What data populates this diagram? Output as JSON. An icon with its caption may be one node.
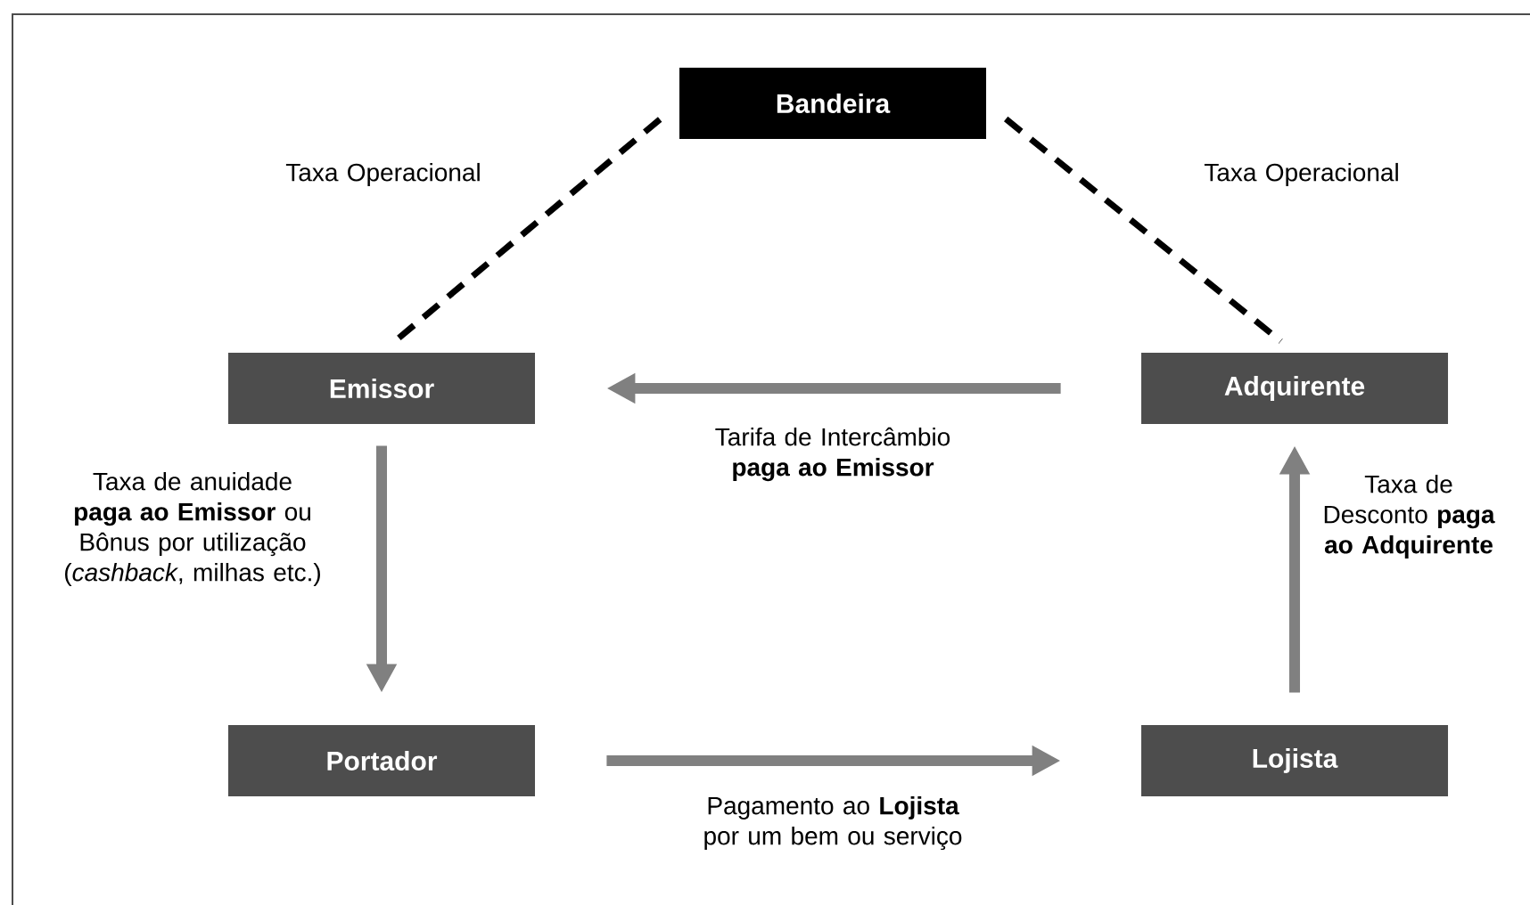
{
  "diagram": {
    "nodes": [
      {
        "text": [
          "Bandeira"
        ]
      },
      {
        "text": [
          "Emissor"
        ]
      },
      {
        "text": [
          "Adquirente"
        ]
      },
      {
        "text": [
          "Portador"
        ]
      },
      {
        "text": [
          "Lojista"
        ]
      }
    ],
    "edges": [
      {
        "from": 0,
        "to": 1,
        "arrow": "none",
        "label": "Taxa Operacional",
        "style": "dashed",
        "color": "#000000"
      },
      {
        "from": 0,
        "to": 2,
        "arrow": "none",
        "label": "Taxa Operacional",
        "style": "dashed",
        "color": "#000000"
      },
      {
        "from": 2,
        "to": 1,
        "arrow": "to",
        "label": "Tarifa de Intercâmbio **paga ao Emissor**"
      },
      {
        "from": 1,
        "to": 3,
        "arrow": "to",
        "label": "Taxa de anuidade **paga ao Emissor** ou Bônus por utilização (*cashback*, milhas etc.)"
      },
      {
        "from": 3,
        "to": 4,
        "arrow": "to",
        "label": "Pagamento ao **Lojista** por um bem ou serviço"
      },
      {
        "from": 4,
        "to": 2,
        "arrow": "to",
        "label": "Taxa de Desconto **paga ao Adquirente**"
      }
    ]
  }
}
